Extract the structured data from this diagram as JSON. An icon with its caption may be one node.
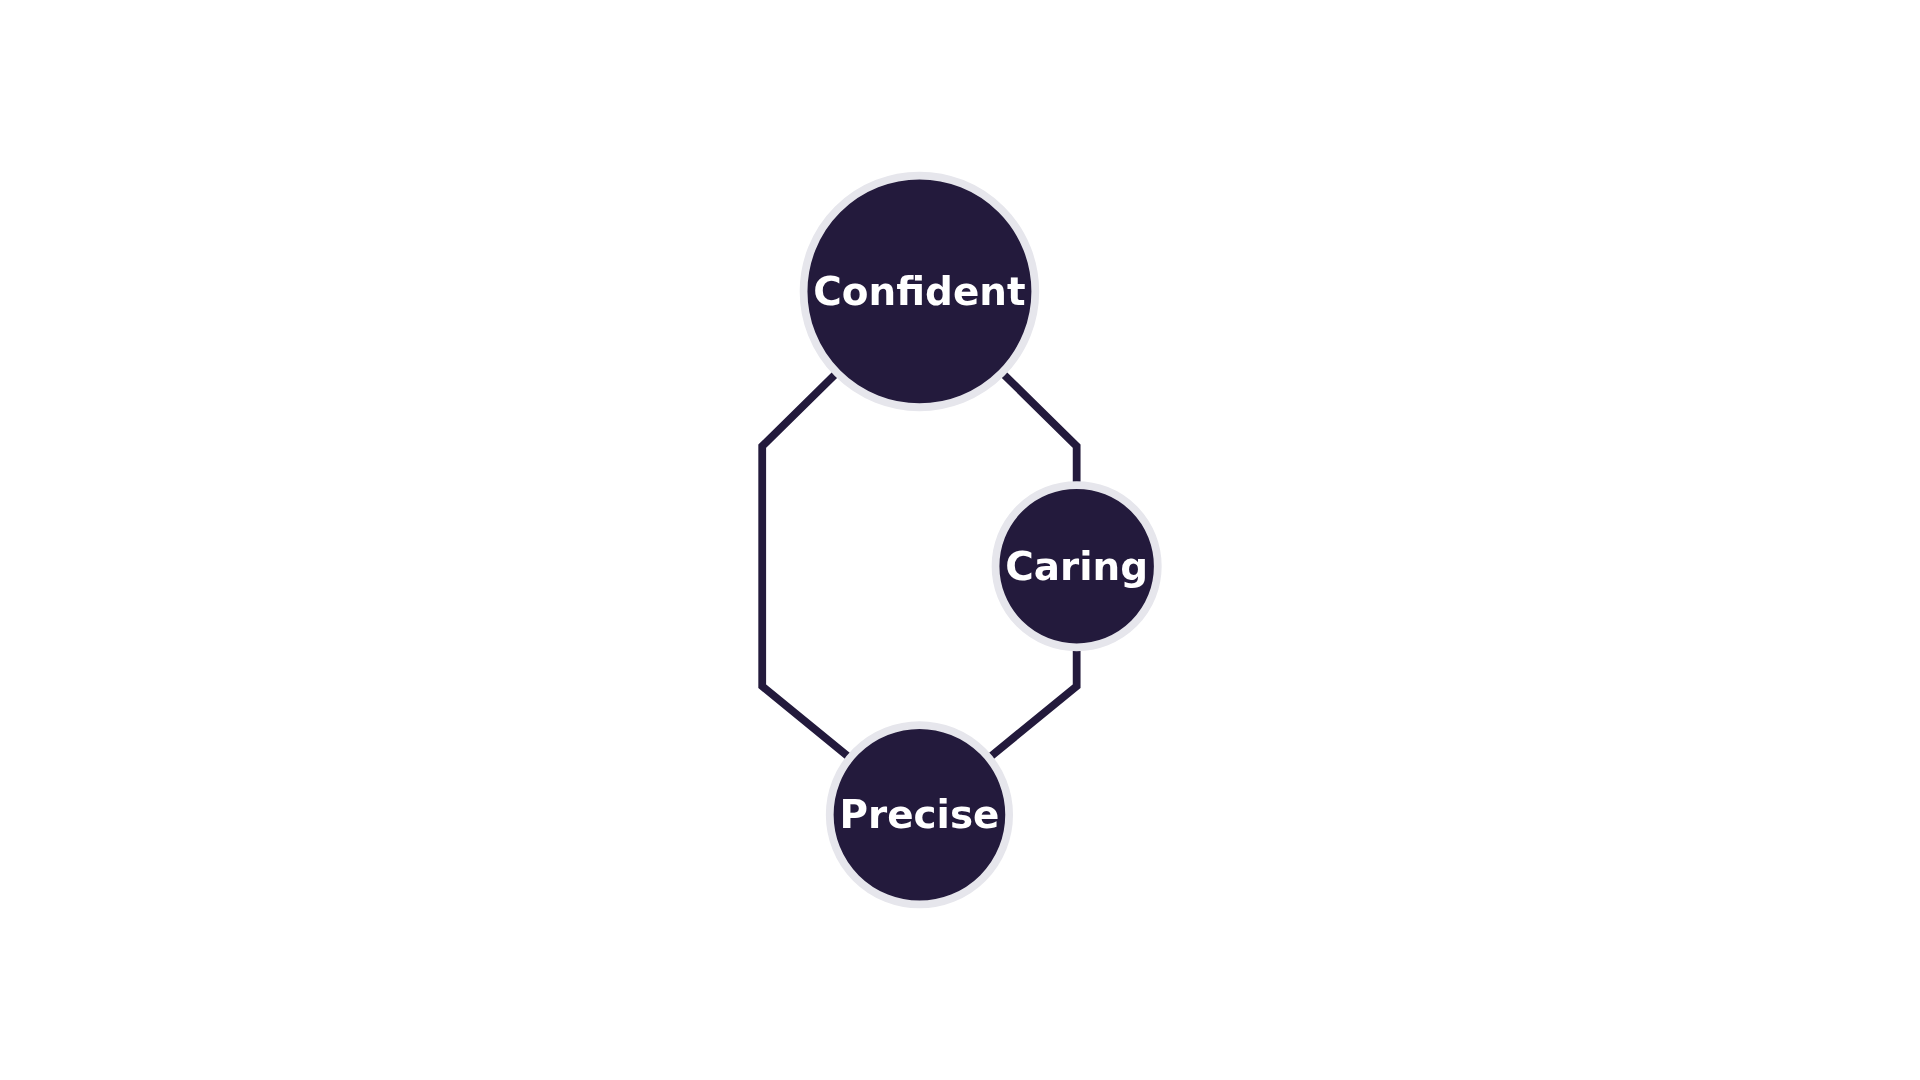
{
  "diagram": {
    "nodes": [
      {
        "text": [
          "Confident"
        ]
      },
      {
        "text": [
          "Caring"
        ]
      },
      {
        "text": [
          "Precise"
        ]
      }
    ],
    "edges": [
      {
        "from": 0,
        "to": 1,
        "arrow": "none"
      },
      {
        "from": 0,
        "to": 2,
        "arrow": "none"
      },
      {
        "from": 1,
        "to": 2,
        "arrow": "none"
      }
    ]
  }
}
